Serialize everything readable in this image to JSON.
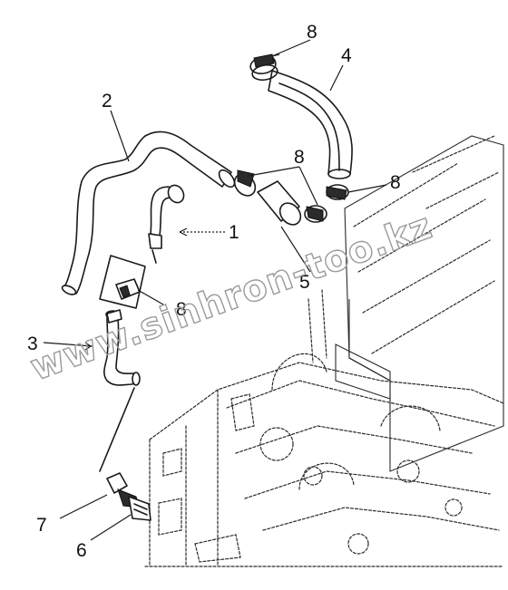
{
  "callouts": {
    "c1": "1",
    "c2": "2",
    "c3": "3",
    "c4": "4",
    "c5": "5",
    "c6": "6",
    "c7": "7",
    "c8a": "8",
    "c8b": "8",
    "c8c": "8",
    "c8d": "8"
  },
  "watermark": "www.sinhron-too.kz"
}
